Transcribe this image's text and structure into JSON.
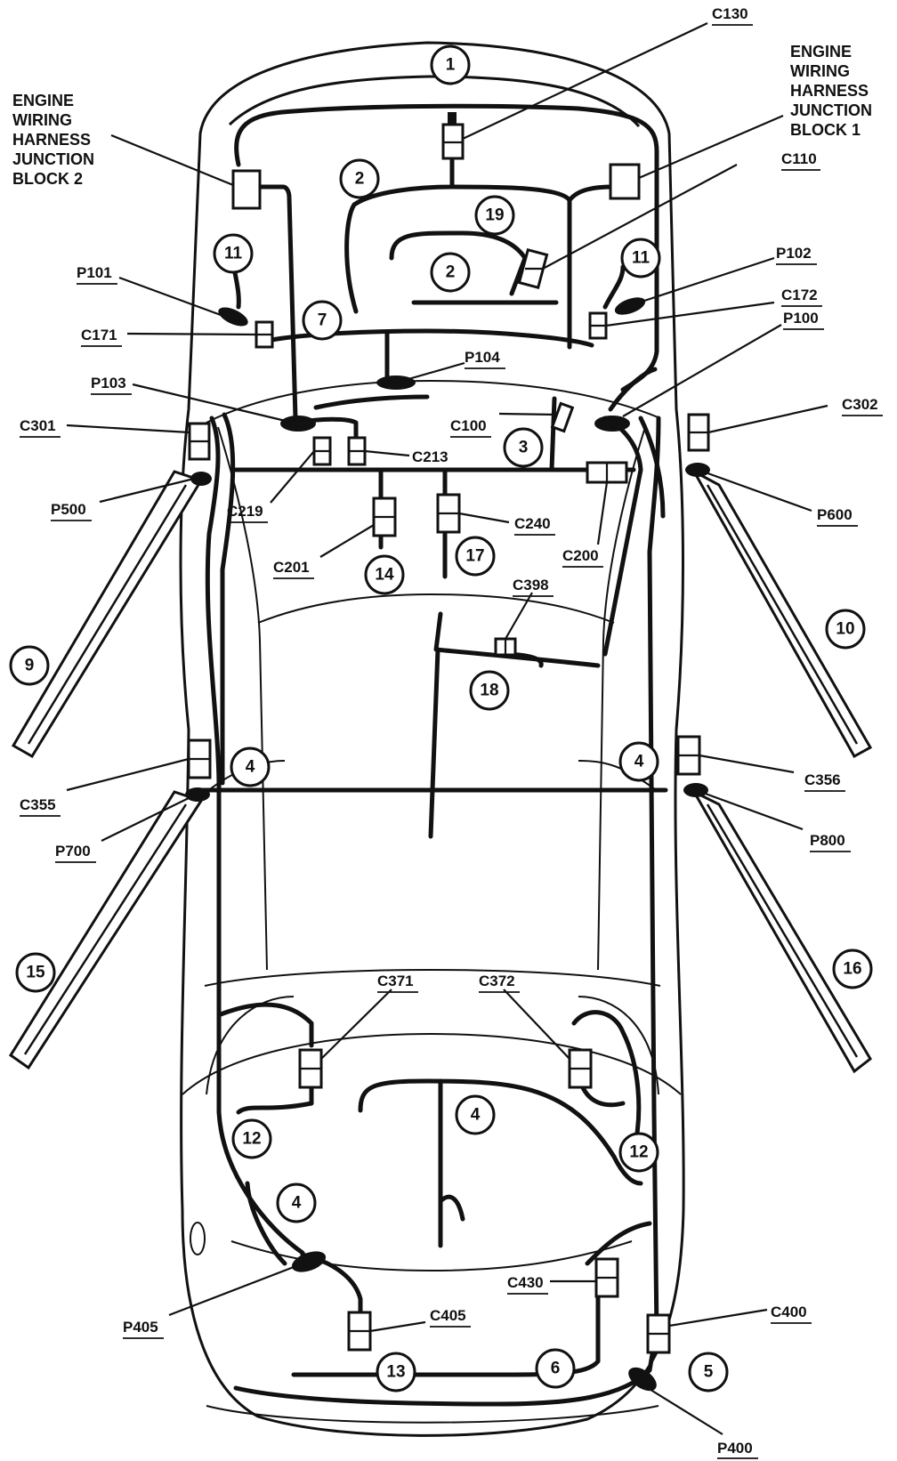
{
  "blocks": {
    "left": [
      "ENGINE",
      "WIRING",
      "HARNESS",
      "JUNCTION",
      "BLOCK 2"
    ],
    "right": [
      "ENGINE",
      "WIRING",
      "HARNESS",
      "JUNCTION",
      "BLOCK 1"
    ]
  },
  "labels": {
    "c130": "C130",
    "c110": "C110",
    "p102": "P102",
    "c172": "C172",
    "p100": "P100",
    "p101": "P101",
    "c171": "C171",
    "p104": "P104",
    "p103": "P103",
    "c301": "C301",
    "c100": "C100",
    "c213": "C213",
    "c302": "C302",
    "p500": "P500",
    "c219": "C219",
    "c240": "C240",
    "c200": "C200",
    "p600": "P600",
    "c201": "C201",
    "c398": "C398",
    "c355": "C355",
    "c356": "C356",
    "p700": "P700",
    "p800": "P800",
    "c371": "C371",
    "c372": "C372",
    "c430": "C430",
    "c400": "C400",
    "p405": "P405",
    "c405": "C405",
    "p400": "P400"
  },
  "numbers": {
    "n1": "1",
    "n2a": "2",
    "n2b": "2",
    "n19": "19",
    "n11a": "11",
    "n11b": "11",
    "n7": "7",
    "n3": "3",
    "n14": "14",
    "n17": "17",
    "n18": "18",
    "n9": "9",
    "n10": "10",
    "n4a": "4",
    "n4b": "4",
    "n15": "15",
    "n16": "16",
    "n4c": "4",
    "n12a": "12",
    "n12b": "12",
    "n4d": "4",
    "n13": "13",
    "n6": "6",
    "n5": "5"
  }
}
